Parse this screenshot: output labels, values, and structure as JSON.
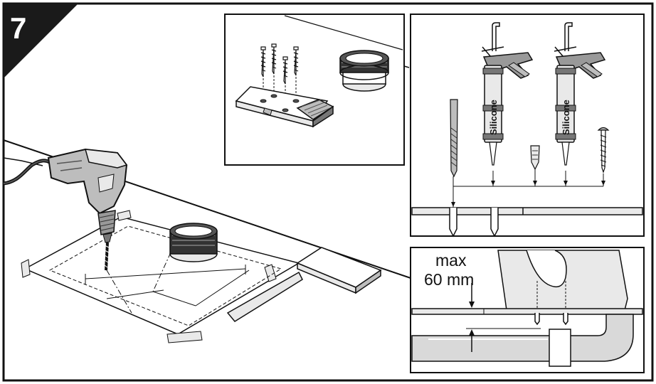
{
  "step": {
    "number": "7"
  },
  "panels": {
    "fittings": {},
    "sealant": {
      "cartridge_label_1": "Silicone",
      "cartridge_label_2": "Silicone"
    },
    "clearance": {
      "max_label": "max",
      "value_label": "60 mm"
    }
  },
  "colors": {
    "line": "#111111",
    "fill_light": "#e9e9e9",
    "fill_mid": "#bdbdbd",
    "fill_dark": "#555555",
    "badge": "#1a1a1a",
    "background": "#ffffff"
  },
  "icons": [
    "drill-icon",
    "screw-icon",
    "bracket-icon",
    "ring-icon",
    "caulk-gun-icon",
    "drill-bit-icon",
    "wall-plug-icon",
    "pipe-icon"
  ]
}
